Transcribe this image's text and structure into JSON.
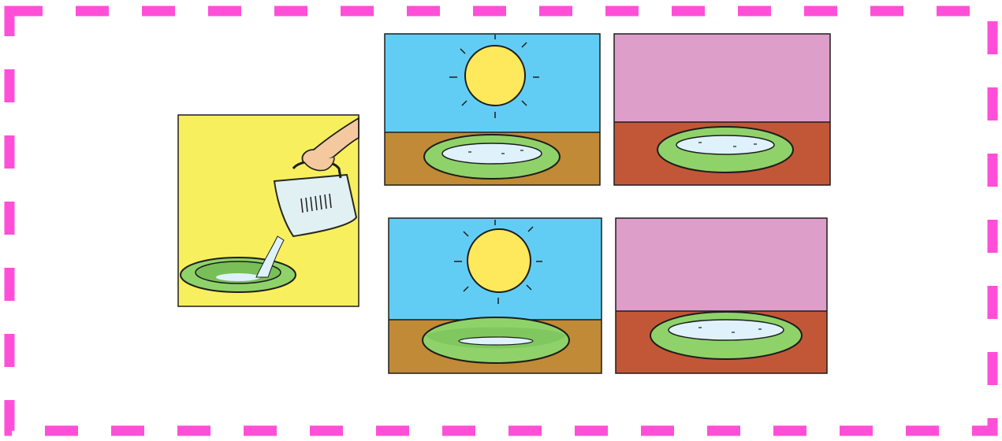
{
  "colors": {
    "frame_dash": "#ff4fd8",
    "background": "#ffffff",
    "panel_yellow": "#f7ef5e",
    "sky_blue": "#62cdf4",
    "sky_pink": "#dd9fc9",
    "ground_brown": "#c18a36",
    "ground_rust": "#c25737",
    "bowl_green": "#8fd26a",
    "bowl_green_dark": "#78bf58",
    "water": "#dff1fb",
    "sun_yellow": "#fde95b",
    "skin": "#f4c9a0",
    "outline": "#1d1d1d"
  },
  "panels": [
    {
      "id": "pouring-water",
      "scene": "pour",
      "icons": [
        "jug-icon",
        "hand-icon",
        "bowl-icon"
      ]
    },
    {
      "id": "sun-bowl-full",
      "scene": "sun",
      "water_level": "full",
      "icons": [
        "sun-icon",
        "bowl-icon"
      ]
    },
    {
      "id": "shade-bowl-full",
      "scene": "shade",
      "water_level": "full",
      "icons": [
        "bowl-icon"
      ]
    },
    {
      "id": "sun-bowl-low",
      "scene": "sun",
      "water_level": "low",
      "icons": [
        "sun-icon",
        "bowl-icon"
      ]
    },
    {
      "id": "shade-bowl-full-2",
      "scene": "shade",
      "water_level": "full",
      "icons": [
        "bowl-icon"
      ]
    }
  ]
}
